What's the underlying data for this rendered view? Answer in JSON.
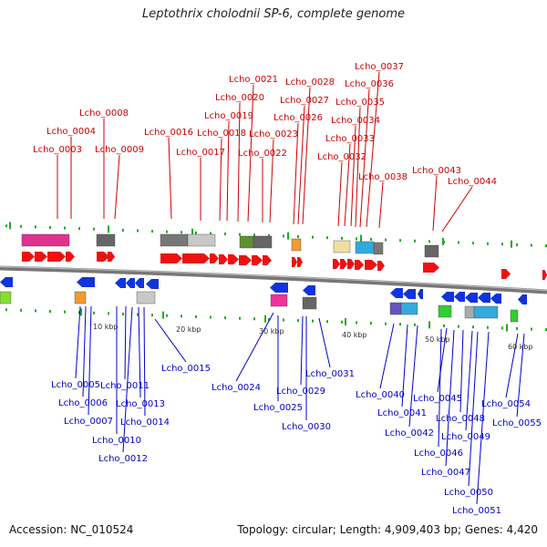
{
  "title": "Leptothrix cholodnii SP-6, complete genome",
  "footer": {
    "accession": "Accession: NC_010524",
    "topology": "Topology: circular; Length: 4,909,403 bp; Genes: 4,420"
  },
  "colors": {
    "forward_gene": "#ee1111",
    "reverse_gene": "#1133dd",
    "forward_label": "#cc0000",
    "reverse_label": "#0000cc",
    "backbone": "#777777",
    "tick": "#22aa22"
  },
  "scale_ticks": [
    {
      "label": "10 kbp",
      "kbp": 10
    },
    {
      "label": "20 kbp",
      "kbp": 20
    },
    {
      "label": "30 kbp",
      "kbp": 30
    },
    {
      "label": "40 kbp",
      "kbp": 40
    },
    {
      "label": "50 kbp",
      "kbp": 50
    },
    {
      "label": "60 kbp",
      "kbp": 60
    }
  ],
  "forward_genes": [
    "Lcho_0003",
    "Lcho_0004",
    "Lcho_0008",
    "Lcho_0009",
    "Lcho_0016",
    "Lcho_0017",
    "Lcho_0018",
    "Lcho_0019",
    "Lcho_0020",
    "Lcho_0021",
    "Lcho_0022",
    "Lcho_0023",
    "Lcho_0026",
    "Lcho_0027",
    "Lcho_0028",
    "Lcho_0032",
    "Lcho_0033",
    "Lcho_0034",
    "Lcho_0035",
    "Lcho_0036",
    "Lcho_0037",
    "Lcho_0038",
    "Lcho_0043",
    "Lcho_0044"
  ],
  "reverse_genes": [
    "Lcho_0005",
    "Lcho_0006",
    "Lcho_0007",
    "Lcho_0010",
    "Lcho_0011",
    "Lcho_0012",
    "Lcho_0013",
    "Lcho_0014",
    "Lcho_0015",
    "Lcho_0024",
    "Lcho_0025",
    "Lcho_0029",
    "Lcho_0030",
    "Lcho_0031",
    "Lcho_0040",
    "Lcho_0041",
    "Lcho_0042",
    "Lcho_0045",
    "Lcho_0046",
    "Lcho_0047",
    "Lcho_0048",
    "Lcho_0049",
    "Lcho_0050",
    "Lcho_0051",
    "Lcho_0054",
    "Lcho_0055"
  ]
}
